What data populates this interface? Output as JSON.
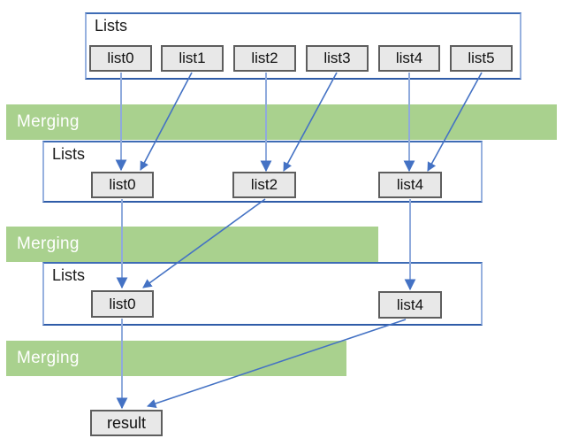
{
  "diagram": {
    "levels": [
      {
        "label": "Lists",
        "items": [
          "list0",
          "list1",
          "list2",
          "list3",
          "list4",
          "list5"
        ]
      },
      {
        "label": "Lists",
        "items": [
          "list0",
          "list2",
          "list4"
        ]
      },
      {
        "label": "Lists",
        "items": [
          "list0",
          "list4"
        ]
      }
    ],
    "bands": [
      {
        "label": "Merging"
      },
      {
        "label": "Merging"
      },
      {
        "label": "Merging"
      }
    ],
    "result_label": "result",
    "edges": [
      {
        "from": "level1.list0",
        "to": "level2.list0"
      },
      {
        "from": "level1.list1",
        "to": "level2.list0"
      },
      {
        "from": "level1.list2",
        "to": "level2.list2"
      },
      {
        "from": "level1.list3",
        "to": "level2.list2"
      },
      {
        "from": "level1.list4",
        "to": "level2.list4"
      },
      {
        "from": "level1.list5",
        "to": "level2.list4"
      },
      {
        "from": "level2.list0",
        "to": "level3.list0"
      },
      {
        "from": "level2.list2",
        "to": "level3.list0"
      },
      {
        "from": "level2.list4",
        "to": "level3.list4"
      },
      {
        "from": "level3.list0",
        "to": "result"
      },
      {
        "from": "level3.list4",
        "to": "result"
      }
    ],
    "colors": {
      "band_fill": "#A9D18E",
      "band_text": "#FFFFFF",
      "container_border": "#4472C4",
      "container_border_light": "#97B1DF",
      "item_fill": "#E8E8E8",
      "item_border": "#5E5E5E",
      "arrow": "#4472C4",
      "arrow_light": "#8FAADC",
      "background": "#FFFFFF"
    }
  }
}
